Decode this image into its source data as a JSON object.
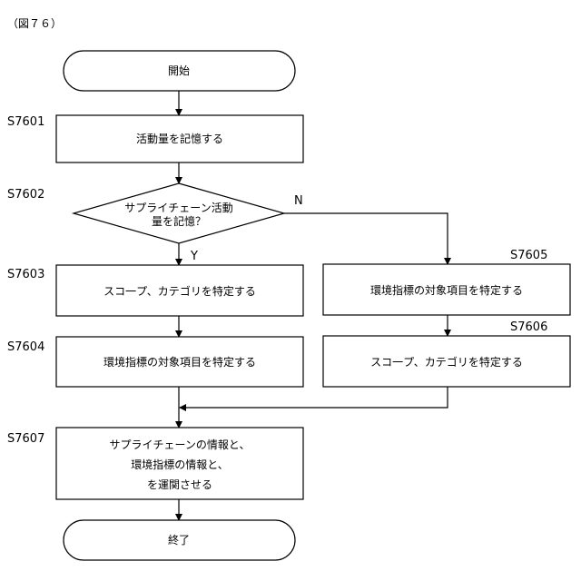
{
  "figure_label": "（図７６）",
  "nodes": {
    "start": {
      "text": "開始"
    },
    "s7601": {
      "step": "S7601",
      "text": "活動量を記憶する"
    },
    "s7602": {
      "step": "S7602",
      "line1": "サプライチェーン活動",
      "line2": "量を記憶？"
    },
    "s7603": {
      "step": "S7603",
      "text": "スコ一プ、カテゴリを特定する"
    },
    "s7604": {
      "step": "S7604",
      "text": "環境指標の対象項目を特定する"
    },
    "s7605": {
      "step": "S7605",
      "text": "環境指標の対象項目を特定する"
    },
    "s7606": {
      "step": "S7606",
      "text": "スコ一プ、カテゴリを特定する"
    },
    "s7607": {
      "step": "S7607",
      "line1": "サプライチェーンの情報と、",
      "line2": "環境指標の情報と、",
      "line3": "を運関させる"
    },
    "end": {
      "text": "終了"
    }
  },
  "branches": {
    "yes": "Y",
    "no": "N"
  }
}
